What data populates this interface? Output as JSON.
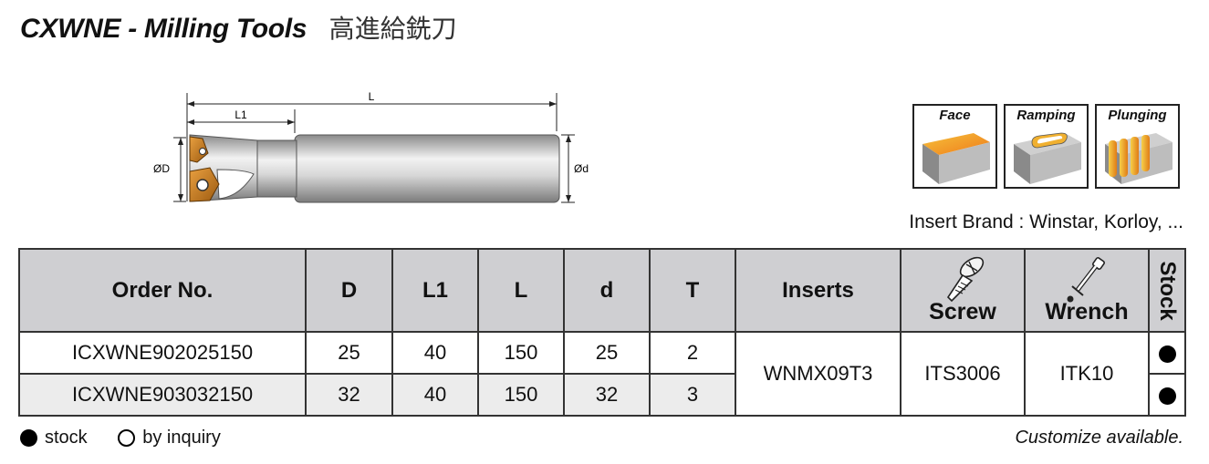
{
  "title": {
    "en": "CXWNE - Milling Tools",
    "zh": "高進給銑刀"
  },
  "drawing": {
    "dim_L": "L",
    "dim_L1": "L1",
    "dim_D": "ØD",
    "dim_d": "Ød"
  },
  "operations": [
    {
      "label": "Face"
    },
    {
      "label": "Ramping"
    },
    {
      "label": "Plunging"
    }
  ],
  "insert_brand": "Insert Brand : Winstar, Korloy, ...",
  "table": {
    "headers": {
      "order_no": "Order No.",
      "D": "D",
      "L1": "L1",
      "L": "L",
      "d": "d",
      "T": "T",
      "inserts": "Inserts",
      "screw": "Screw",
      "wrench": "Wrench",
      "stock": "Stock"
    },
    "rows": [
      {
        "order_no": "ICXWNE902025150",
        "D": "25",
        "L1": "40",
        "L": "150",
        "d": "25",
        "T": "2",
        "stock": "stock"
      },
      {
        "order_no": "ICXWNE903032150",
        "D": "32",
        "L1": "40",
        "L": "150",
        "d": "32",
        "T": "3",
        "stock": "stock"
      }
    ],
    "shared": {
      "inserts": "WNMX09T3",
      "screw": "ITS3006",
      "wrench": "ITK10"
    }
  },
  "legend": {
    "stock": "stock",
    "inquiry": "by inquiry"
  },
  "customize": "Customize available.",
  "colors": {
    "header_bg": "#cfcfd2",
    "alt_row_bg": "#ececec",
    "insert_gold": "#c9731b"
  }
}
